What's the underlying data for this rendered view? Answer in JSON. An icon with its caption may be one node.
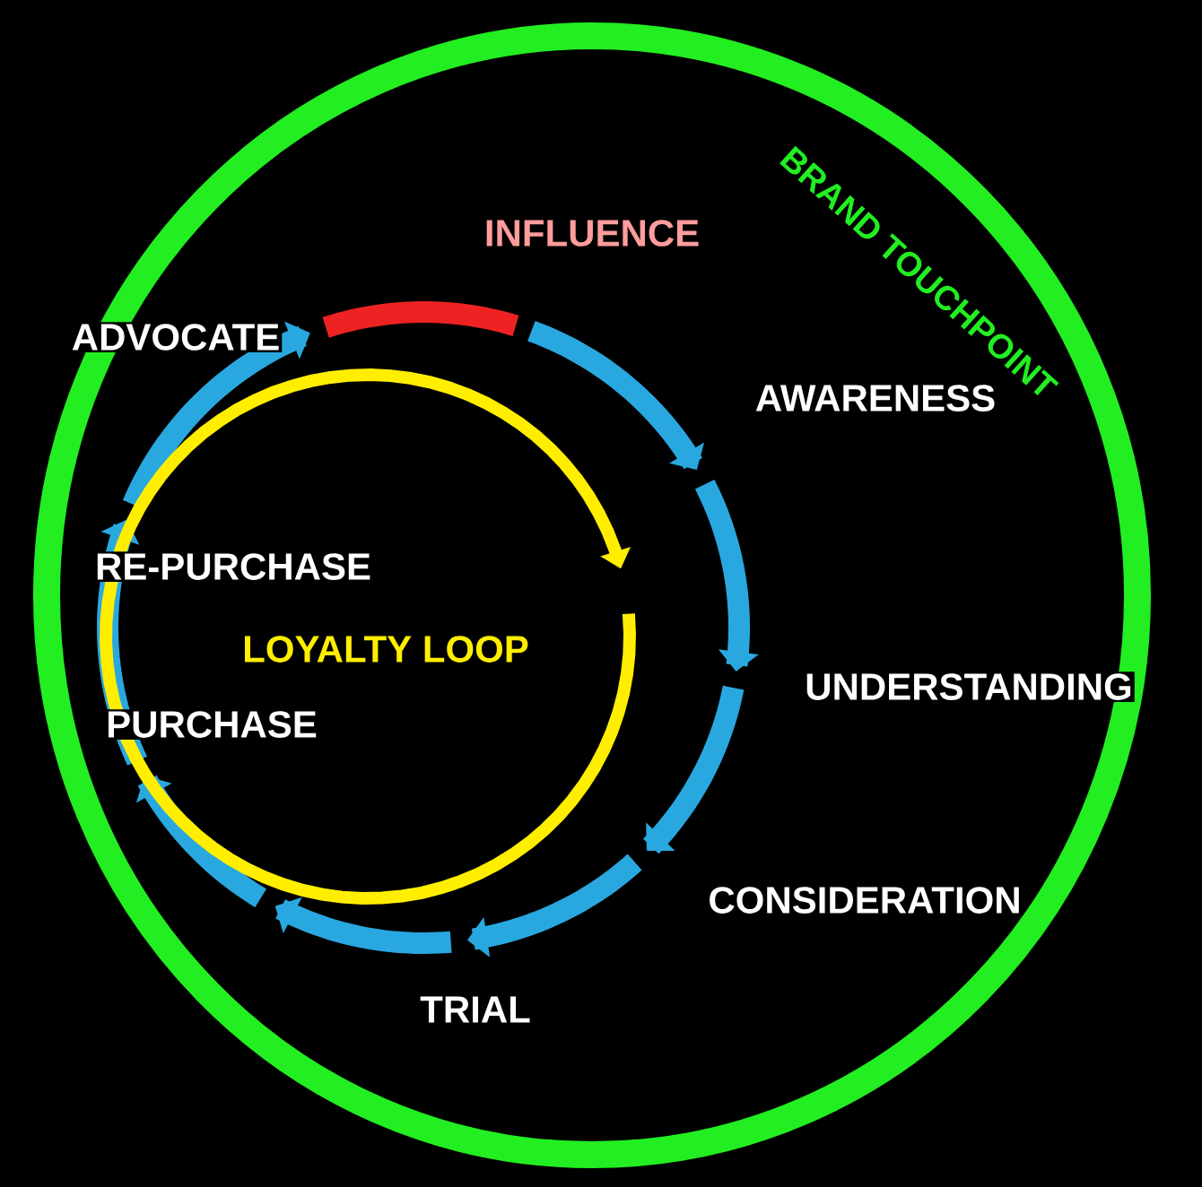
{
  "diagram": {
    "labels": [
      "BRAND TOUCHPOINT",
      "INFLUENCE",
      "ADVOCATE",
      "AWARENESS",
      "RE-PURCHASE",
      "LOYALTY LOOP",
      "PURCHASE",
      "UNDERSTANDING",
      "CONSIDERATION",
      "TRIAL"
    ]
  }
}
